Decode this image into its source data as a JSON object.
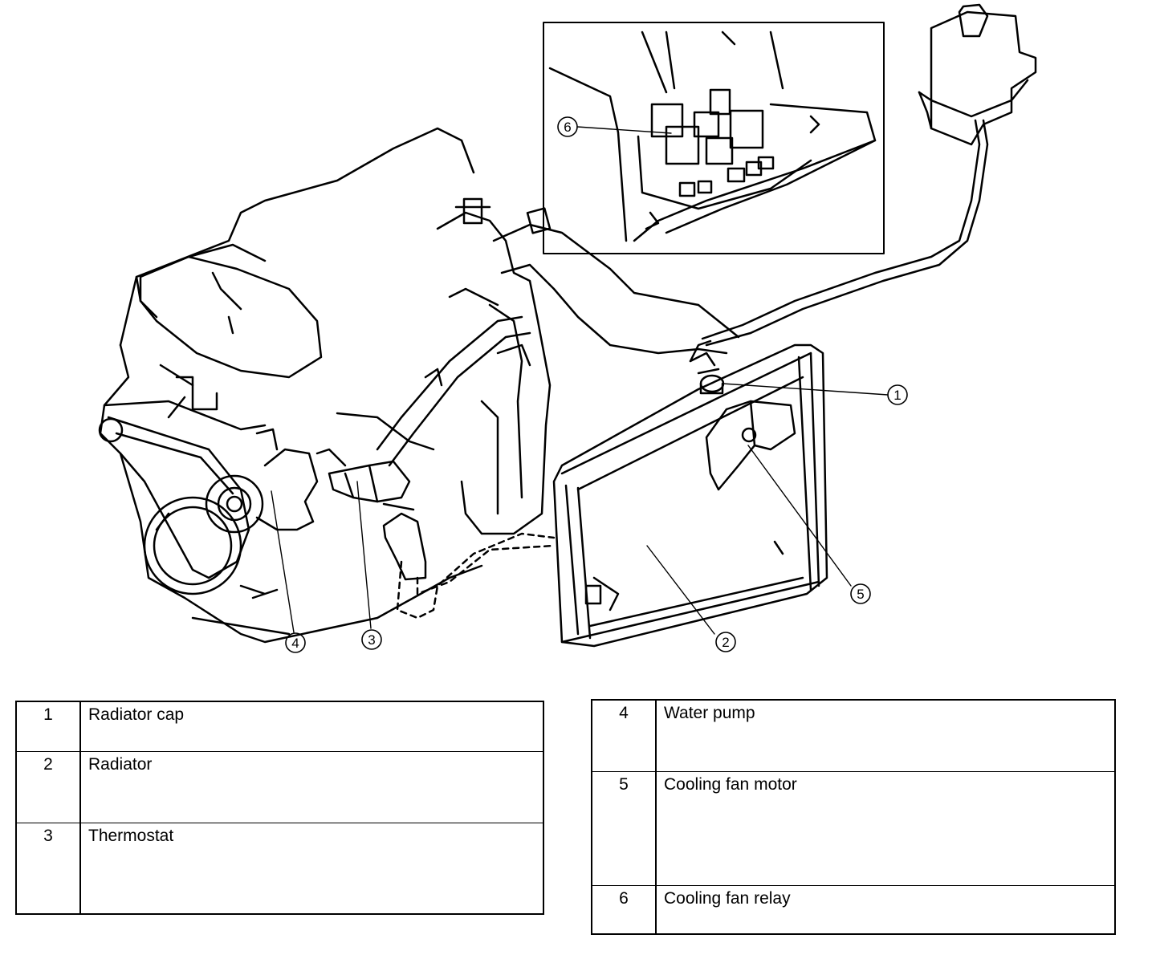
{
  "callouts": [
    "1",
    "2",
    "3",
    "4",
    "5",
    "6"
  ],
  "legend_left": [
    {
      "num": "1",
      "name": "Radiator cap"
    },
    {
      "num": "2",
      "name": "Radiator"
    },
    {
      "num": "3",
      "name": "Thermostat"
    }
  ],
  "legend_right": [
    {
      "num": "4",
      "name": "Water pump"
    },
    {
      "num": "5",
      "name": "Cooling fan motor"
    },
    {
      "num": "6",
      "name": "Cooling fan relay"
    }
  ],
  "colors": {
    "line": "#000000",
    "background": "#ffffff"
  }
}
